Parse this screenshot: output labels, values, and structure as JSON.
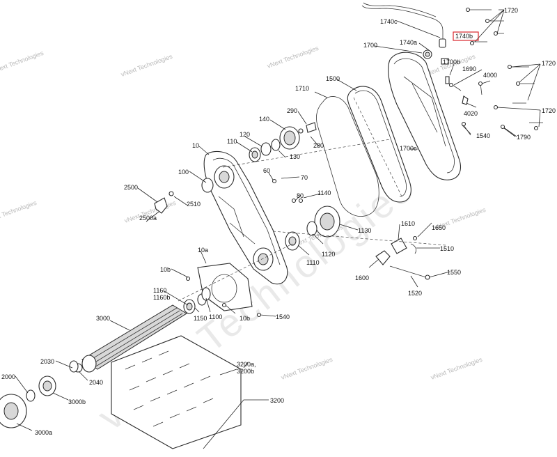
{
  "diagram": {
    "watermark_text": "vNext Technologies",
    "big_watermark": "vNext Technologies",
    "highlight_color": "#d9262c",
    "highlighted_part": "1740b",
    "labels": {
      "l1720a": "1720",
      "l1740c": "1740c",
      "l1740b": "1740b",
      "l1740a": "1740a",
      "l1700": "1700",
      "l1700b": "1700b",
      "l1690": "1690",
      "l4000": "4000",
      "l1720b": "1720",
      "l1500": "1500",
      "l1710": "1710",
      "l4020": "4020",
      "l1720c": "1720",
      "l290": "290",
      "l140": "140",
      "l1540a": "1540",
      "l1790": "1790",
      "l120": "120",
      "l110": "110",
      "l280": "280",
      "l1700c": "1700c",
      "l10": "10",
      "l130": "130",
      "l60": "60",
      "l100": "100",
      "l70": "70",
      "l1140": "1140",
      "l2500": "2500",
      "l80": "80",
      "l2510": "2510",
      "l2500a": "2500a",
      "l1610": "1610",
      "l1650": "1650",
      "l1130": "1130",
      "l1510": "1510",
      "l1120": "1120",
      "l10a": "10a",
      "l1110": "1110",
      "l1600": "1600",
      "l1550": "1550",
      "l10b1": "10b",
      "l1520": "1520",
      "l1160": "1160",
      "l1160b": "1160b",
      "l1100": "1100",
      "l10b2": "10b",
      "l1150": "1150",
      "l1540b": "1540",
      "l3000": "3000",
      "l2030": "2030",
      "l3200a": "3200a,",
      "l3200b": "3200b",
      "l2040": "2040",
      "l2000": "2000",
      "l3000b": "3000b",
      "l3200": "3200",
      "l3000a": "3000a"
    }
  }
}
